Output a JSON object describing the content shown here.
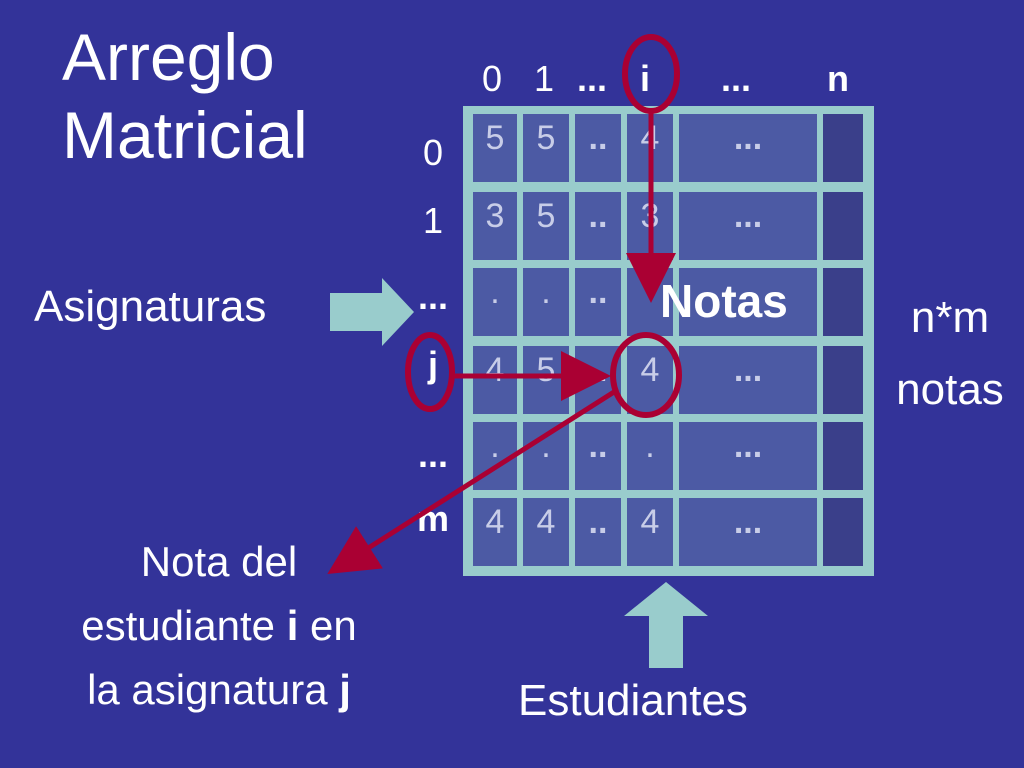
{
  "title": [
    "Arreglo",
    "Matricial"
  ],
  "column_headers": [
    "0",
    "1",
    "...",
    "i",
    "...",
    "n"
  ],
  "row_headers": [
    "0",
    "1",
    "...",
    "j",
    "...",
    "m"
  ],
  "matrix_rows": [
    [
      "5",
      "5",
      "..",
      "4",
      "..."
    ],
    [
      "3",
      "5",
      "..",
      "3",
      "..."
    ],
    [
      ".",
      ".",
      "..",
      "",
      ""
    ],
    [
      "4",
      "5",
      "..",
      "4",
      "..."
    ],
    [
      ".",
      ".",
      "..",
      ".",
      "..."
    ],
    [
      "4",
      "4",
      "..",
      "4",
      "..."
    ]
  ],
  "labels": {
    "asignaturas": "Asignaturas",
    "notas": "Notas",
    "nm_line1": "n*m",
    "nm_line2": "notas",
    "estudiantes": "Estudiantes",
    "nota_pre": "Nota del",
    "nota_mid_a": "estudiante ",
    "nota_mid_b": "i",
    "nota_mid_c": " en",
    "nota_end_a": "la asignatura ",
    "nota_end_b": "j"
  },
  "colors": {
    "background": "#333399",
    "grid": "#99cccc",
    "cell": "#4c5aa4",
    "highlight": "#aa0033",
    "arrow_fill": "#99cccc"
  }
}
